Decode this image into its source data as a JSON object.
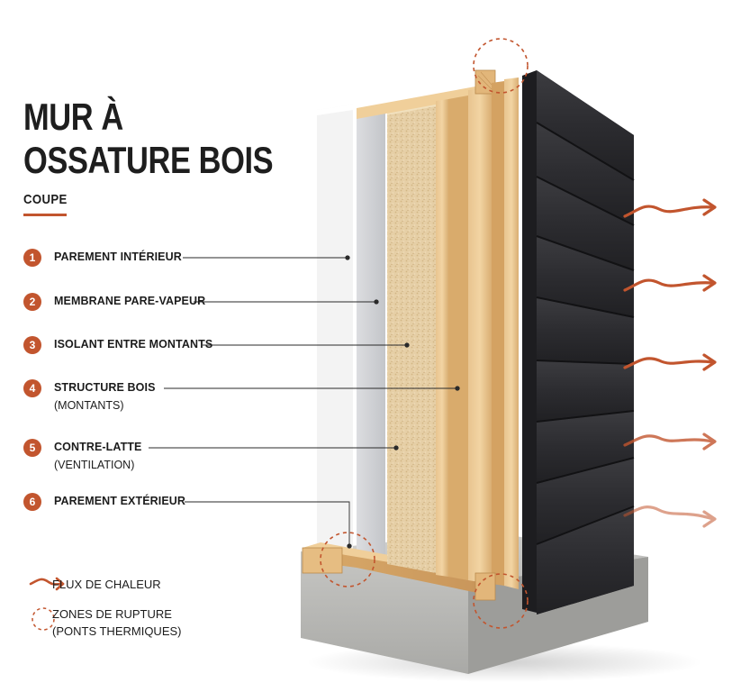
{
  "title_line1": "MUR À",
  "title_line2": "OSSATURE BOIS",
  "subtitle": "COUPE",
  "accent_color": "#c2552e",
  "layers": [
    {
      "num": "1",
      "label": "PAREMENT INTÉRIEUR",
      "sublabel": ""
    },
    {
      "num": "2",
      "label": "MEMBRANE PARE-VAPEUR",
      "sublabel": ""
    },
    {
      "num": "3",
      "label": "ISOLANT ENTRE MONTANTS",
      "sublabel": ""
    },
    {
      "num": "4",
      "label": "STRUCTURE BOIS",
      "sublabel": "(MONTANTS)"
    },
    {
      "num": "5",
      "label": "CONTRE-LATTE",
      "sublabel": "(VENTILATION)"
    },
    {
      "num": "6",
      "label": "PAREMENT EXTÉRIEUR",
      "sublabel": ""
    }
  ],
  "key": {
    "heat_flow": "FLUX DE CHALEUR",
    "break_zones_line1": "ZONES DE RUPTURE",
    "break_zones_line2": "(PONTS THERMIQUES)"
  }
}
